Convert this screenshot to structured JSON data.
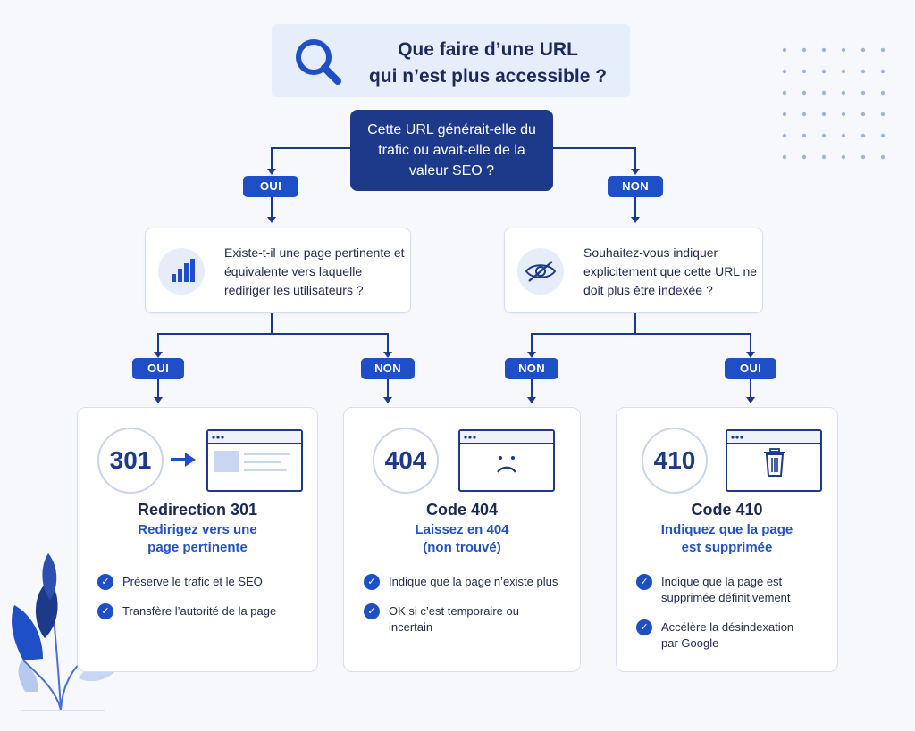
{
  "title": {
    "line1": "Que faire d’une URL",
    "line2": "qui n’est plus accessible ?"
  },
  "main_question": "Cette URL générait-elle du trafic ou avait-elle de la valeur SEO ?",
  "branches": {
    "top_left": "OUI",
    "top_right": "NON",
    "left_yes": "OUI",
    "left_no": "NON",
    "right_no": "NON",
    "right_yes": "OUI"
  },
  "question_left": "Existe-t-il une page pertinente et équivalente vers laquelle rediriger les utilisateurs ?",
  "question_right": "Souhaitez-vous indiquer explicitement que cette URL ne doit plus être indexée ?",
  "cards": [
    {
      "code": "301",
      "title": "Redirection 301",
      "subtitle_1": "Redirigez vers une",
      "subtitle_2": "page pertinente",
      "bullets": [
        "Préserve le trafic et le SEO",
        "Transfère l’autorité de la page"
      ]
    },
    {
      "code": "404",
      "title": "Code 404",
      "subtitle_1": "Laissez en 404",
      "subtitle_2": "(non trouvé)",
      "bullets": [
        "Indique que la page n’existe plus",
        "OK si c’est temporaire ou incertain"
      ]
    },
    {
      "code": "410",
      "title": "Code 410",
      "subtitle_1": "Indiquez que la page",
      "subtitle_2": "est supprimée",
      "bullets": [
        "Indique que la page est supprimée définitivement",
        "Accélère la désindexation par Google"
      ]
    }
  ],
  "colors": {
    "navy": "#1d3a8a",
    "accent": "#1f4fc7",
    "background": "#f6f8fc"
  },
  "icons": [
    "search-icon",
    "bar-chart-icon",
    "eye-off-icon",
    "arrow-right-icon",
    "sad-face-icon",
    "trash-icon",
    "check-icon",
    "plant-icon"
  ]
}
